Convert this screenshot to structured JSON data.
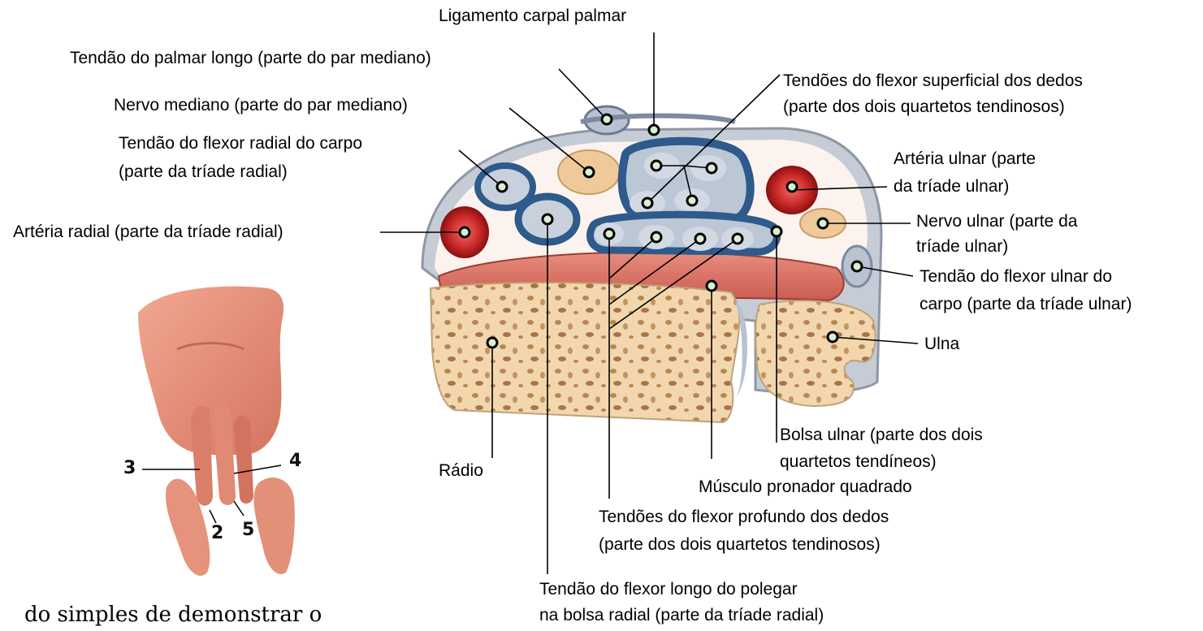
{
  "labels": {
    "ligamento": "Ligamento carpal palmar",
    "palmar_longo": "Tendão do palmar longo (parte do par mediano)",
    "nervo_mediano": "Nervo mediano (parte do par mediano)",
    "flexor_radial_1": "Tendão do flexor radial do carpo",
    "flexor_radial_2": "(parte da tríade radial)",
    "arteria_radial": "Artéria radial (parte da tríade radial)",
    "flexor_superficial_1": "Tendões do flexor superficial dos dedos",
    "flexor_superficial_2": "(parte dos dois quartetos tendinosos)",
    "arteria_ulnar_1": "Artéria ulnar (parte",
    "arteria_ulnar_2": "da tríade ulnar)",
    "nervo_ulnar_1": "Nervo ulnar (parte da",
    "nervo_ulnar_2": "tríade ulnar)",
    "flexor_ulnar_1": "Tendão do flexor ulnar do",
    "flexor_ulnar_2": "carpo (parte da tríade ulnar)",
    "ulna": "Ulna",
    "bolsa_ulnar_1": "Bolsa ulnar (parte dos dois",
    "bolsa_ulnar_2": "quartetos tendíneos)",
    "radio": "Rádio",
    "pronador": "Músculo pronador quadrado",
    "flexor_profundo_1": "Tendões do flexor profundo dos dedos",
    "flexor_profundo_2": "(parte dos dois quartetos tendinosos)",
    "flexor_longo_1": "Tendão do flexor longo do polegar",
    "flexor_longo_2": "na bolsa radial (parte da tríade radial)"
  },
  "hand_numbers": {
    "n2": "2",
    "n3": "3",
    "n4": "4",
    "n5": "5"
  },
  "caption": "do simples de demonstrar o",
  "colors": {
    "bone": "#f2d7ae",
    "bone_spots": "#b9864f",
    "muscle": "#e07b6f",
    "tendon_sheath": "#2e5a8c",
    "tendon": "#c8d0dc",
    "artery": "#cc2a2a",
    "nerve": "#efc99a",
    "skin": "#e9957f",
    "sheath_fill": "#fdf3ee"
  }
}
